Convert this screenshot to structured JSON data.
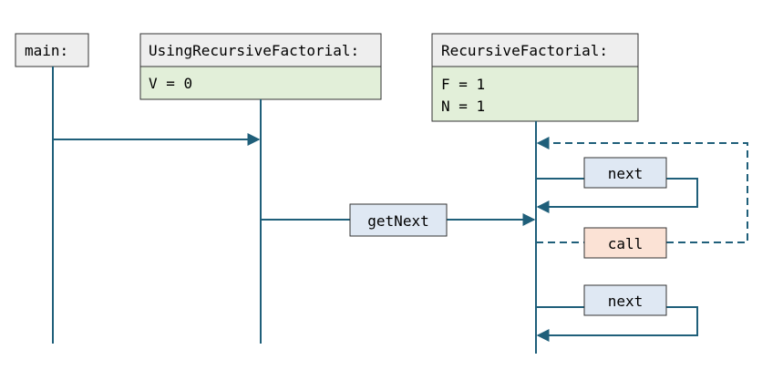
{
  "colors": {
    "line": "#1f5f7a",
    "header_fill": "#eeeeee",
    "body_fill": "#e2efd9",
    "box_stroke": "#333333",
    "msg_fill": "#dfe8f3",
    "call_fill": "#fbe2d5"
  },
  "lifelines": [
    {
      "id": "main",
      "title": "main:",
      "attributes": []
    },
    {
      "id": "using",
      "title": "UsingRecursiveFactorial:",
      "attributes": [
        "V = 0"
      ]
    },
    {
      "id": "recursive",
      "title": "RecursiveFactorial:",
      "attributes": [
        "F = 1",
        "N = 1"
      ]
    }
  ],
  "messages": {
    "get_next": "getNext",
    "next_1": "next",
    "call": "call",
    "next_2": "next"
  }
}
